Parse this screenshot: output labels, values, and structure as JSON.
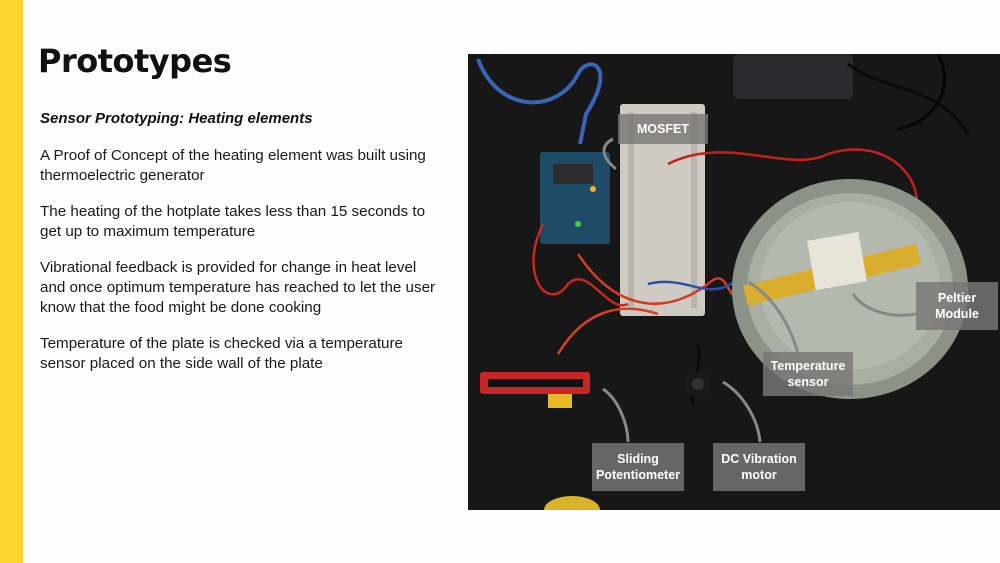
{
  "slide": {
    "title": "Prototypes",
    "subtitle": "Sensor Prototyping: Heating elements",
    "paragraphs": [
      "A Proof of Concept of the heating element was built using thermoelectric generator",
      "The heating of the hotplate takes less than 15 seconds to get up to maximum temperature",
      "Vibrational feedback is provided for change in heat level and once optimum temperature has reached to let the user know that the food might be done cooking",
      "Temperature of the plate is checked via a temperature sensor placed on the side wall of the plate"
    ]
  },
  "photo": {
    "labels": {
      "mosfet": "MOSFET",
      "peltier": "Peltier\nModule",
      "temperature_sensor": "Temperature\nsensor",
      "potentiometer": "Sliding\nPotentiometer",
      "vibration_motor": "DC Vibration\nmotor"
    }
  },
  "colors": {
    "accent": "#fdd52e",
    "callout_bg": "#787878",
    "photo_bg": "#141414"
  }
}
